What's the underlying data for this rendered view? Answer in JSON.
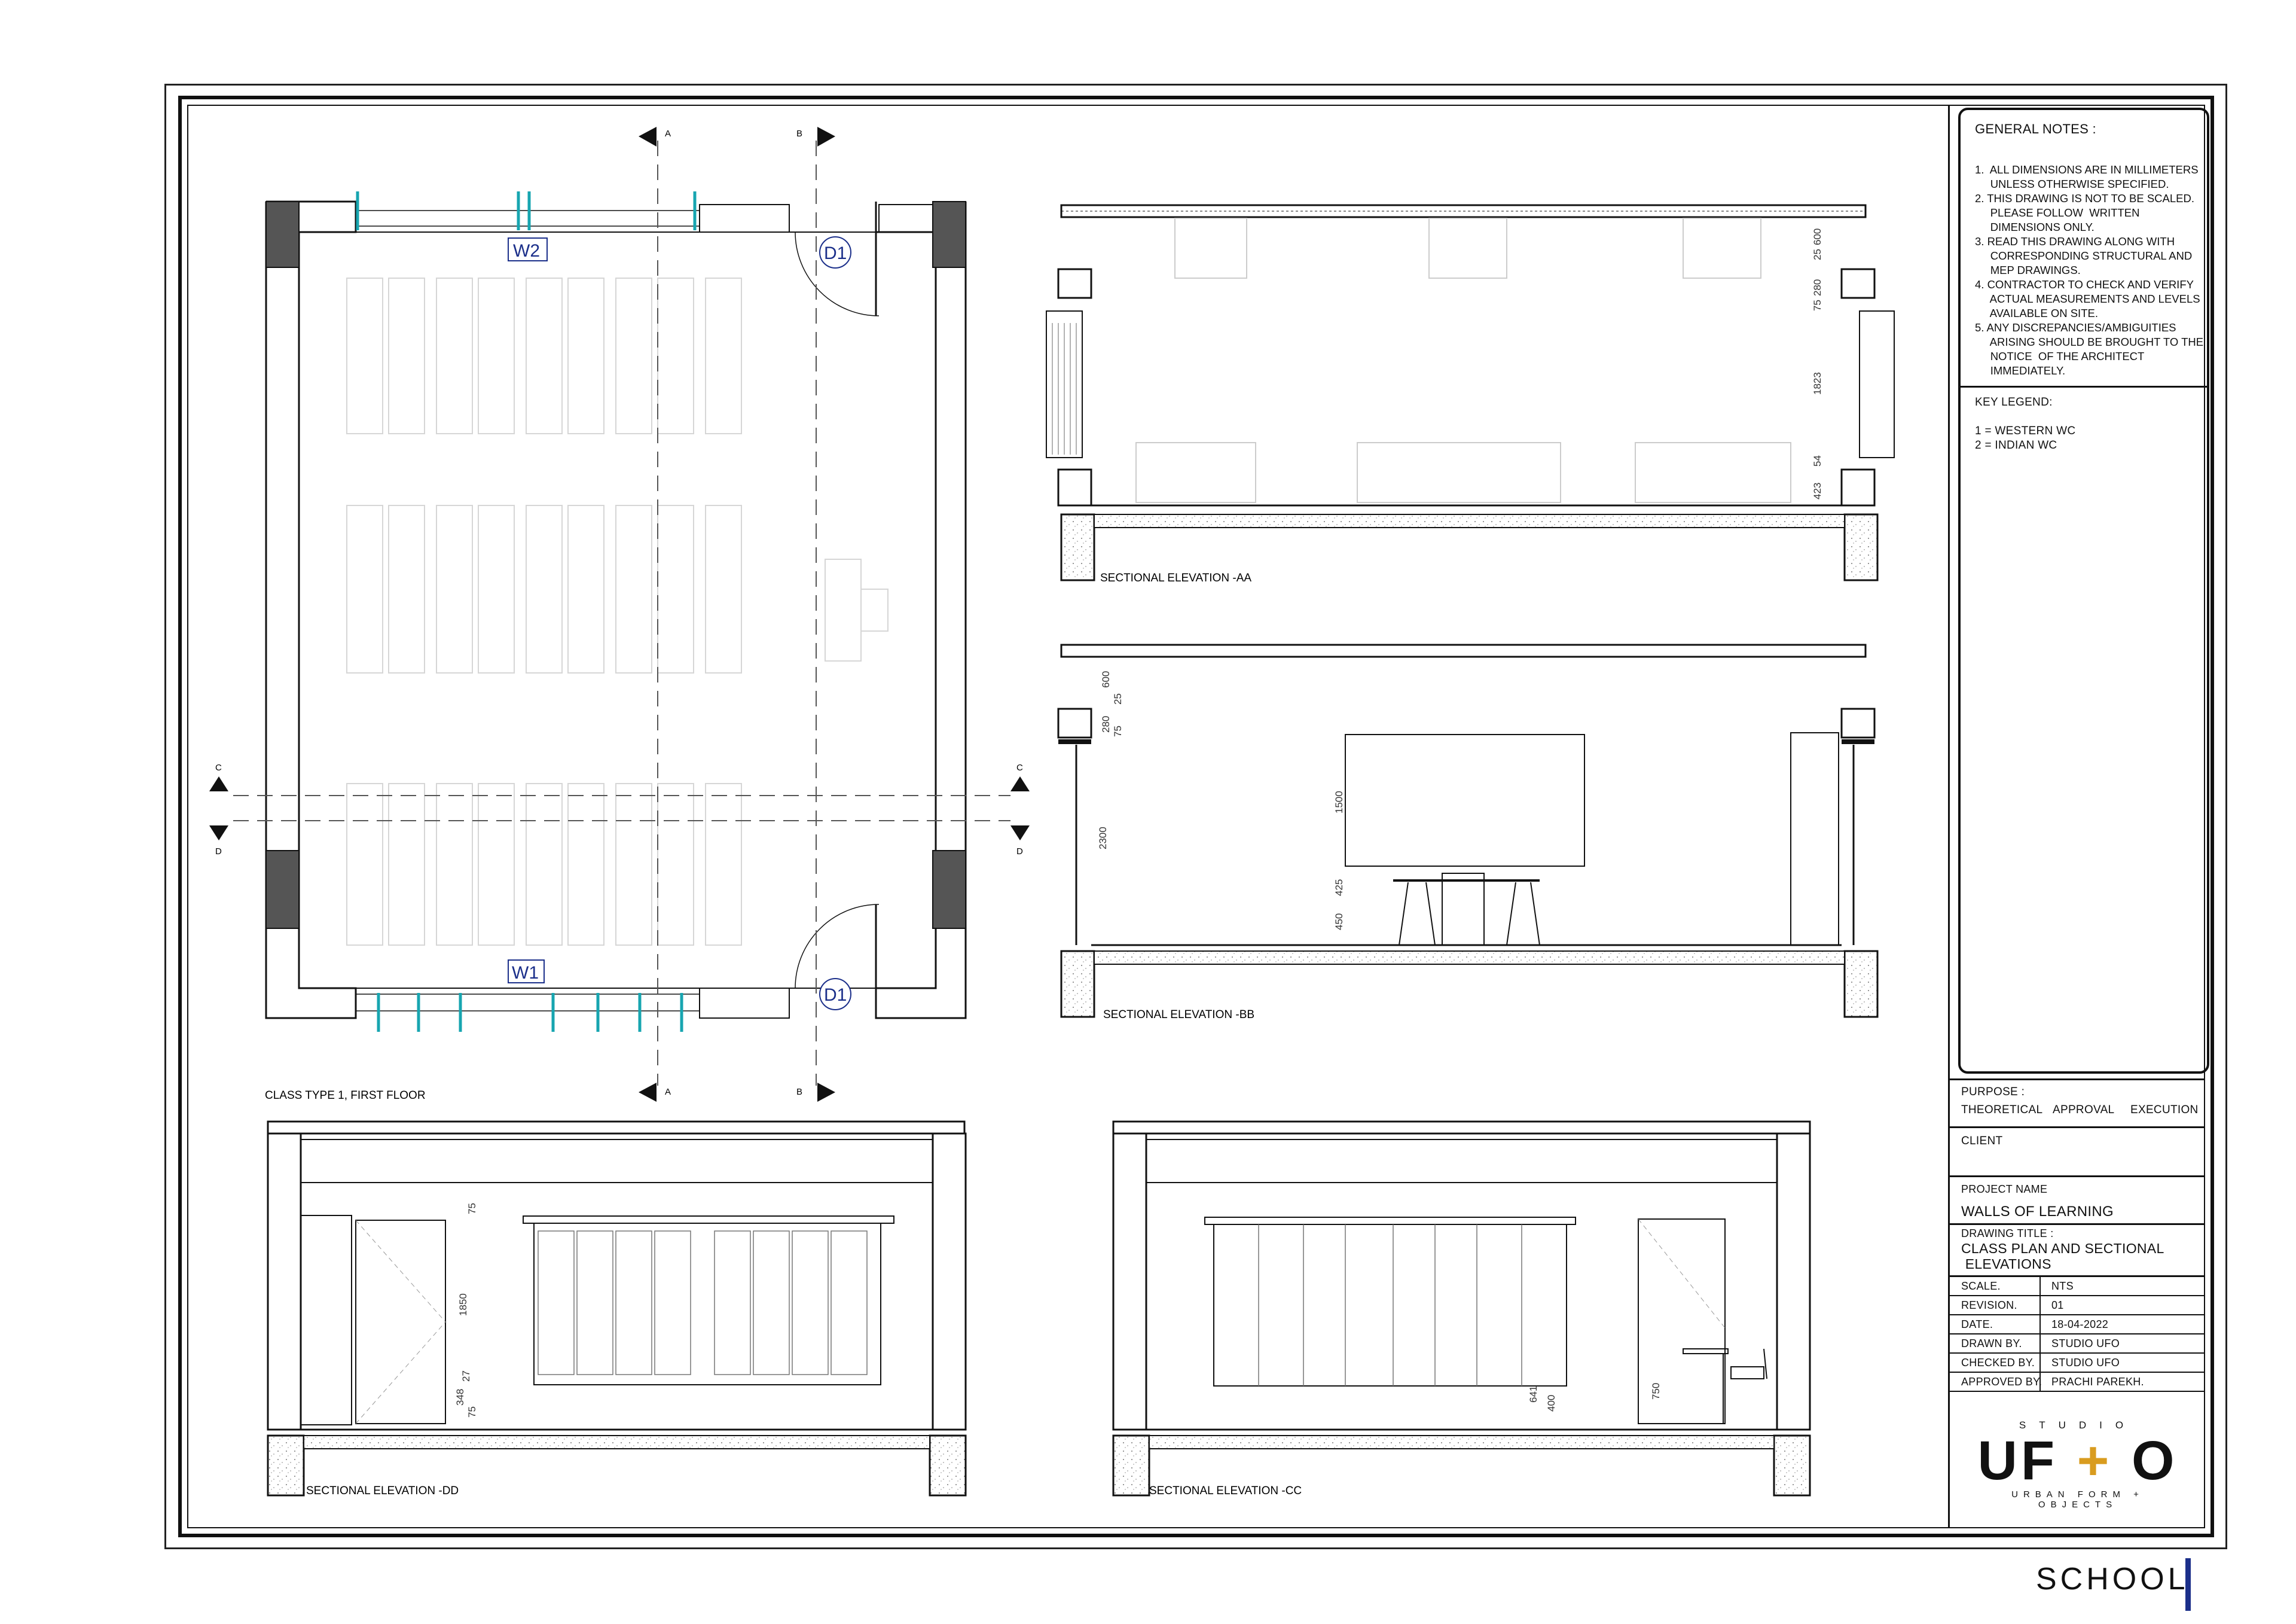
{
  "general_notes": {
    "heading": "GENERAL NOTES :",
    "lines": [
      "1.  ALL DIMENSIONS ARE IN MILLIMETERS",
      "     UNLESS OTHERWISE SPECIFIED.",
      "2. THIS DRAWING IS NOT TO BE SCALED.",
      "     PLEASE FOLLOW  WRITTEN",
      "     DIMENSIONS ONLY.",
      "3. READ THIS DRAWING ALONG WITH",
      "     CORRESPONDING STRUCTURAL AND",
      "     MEP DRAWINGS.",
      "4. CONTRACTOR TO CHECK AND VERIFY",
      "     ACTUAL MEASUREMENTS AND LEVELS",
      "     AVAILABLE ON SITE.",
      "5. ANY DISCREPANCIES/AMBIGUITIES",
      "     ARISING SHOULD BE BROUGHT TO THE",
      "     NOTICE  OF THE ARCHITECT",
      "     IMMEDIATELY."
    ]
  },
  "key_legend": {
    "heading": "KEY LEGEND:",
    "items": [
      "1 = WESTERN WC",
      "2 = INDIAN WC"
    ]
  },
  "title_block": {
    "purpose_label": "PURPOSE :",
    "purpose_options": [
      "THEORETICAL",
      "APPROVAL",
      "EXECUTION"
    ],
    "client_label": "CLIENT",
    "project_name_label": "PROJECT NAME",
    "project_name": "WALLS OF LEARNING",
    "drawing_title_label": "DRAWING TITLE :",
    "drawing_title_1": "CLASS PLAN AND SECTIONAL",
    "drawing_title_2": " ELEVATIONS",
    "rows": [
      {
        "label": "SCALE.",
        "value": "NTS"
      },
      {
        "label": "REVISION.",
        "value": "01"
      },
      {
        "label": "DATE.",
        "value": "18-04-2022"
      },
      {
        "label": "DRAWN BY.",
        "value": "STUDIO UFO"
      },
      {
        "label": "CHECKED BY.",
        "value": "STUDIO UFO"
      },
      {
        "label": "APPROVED BY.",
        "value": "PRACHI PAREKH."
      }
    ]
  },
  "logo": {
    "studio": "STUDIO",
    "left": "UF",
    "plus": "+",
    "right": "O",
    "subtitle": "URBAN FORM  +  OBJECTS"
  },
  "footer": {
    "school": "SCHOOL"
  },
  "drawings": {
    "plan_title": "CLASS TYPE 1, FIRST FLOOR",
    "section_aa": "SECTIONAL ELEVATION -AA",
    "section_bb": "SECTIONAL ELEVATION -BB",
    "section_dd": "SECTIONAL ELEVATION -DD",
    "section_cc": "SECTIONAL ELEVATION -CC"
  },
  "plan_tags": {
    "w2": "W2",
    "w1": "W1",
    "d1_top": "D1",
    "d1_bottom": "D1"
  },
  "section_markers": {
    "a": "A",
    "b": "B",
    "c": "C",
    "d": "D"
  },
  "dimensions": {
    "aa": [
      "25",
      "600",
      "280",
      "75",
      "1823",
      "54",
      "423"
    ],
    "bb": [
      "600",
      "25",
      "280",
      "75",
      "1500",
      "2300",
      "425",
      "450"
    ],
    "dd": [
      "75",
      "1850",
      "27",
      "348",
      "75"
    ],
    "cc": [
      "641",
      "400",
      "750"
    ]
  },
  "colors": {
    "accent_blue": "#1b2f8a",
    "glass_cyan": "#17a5b0",
    "logo_plus": "#d99c1f",
    "wall_fill": "#555555"
  }
}
